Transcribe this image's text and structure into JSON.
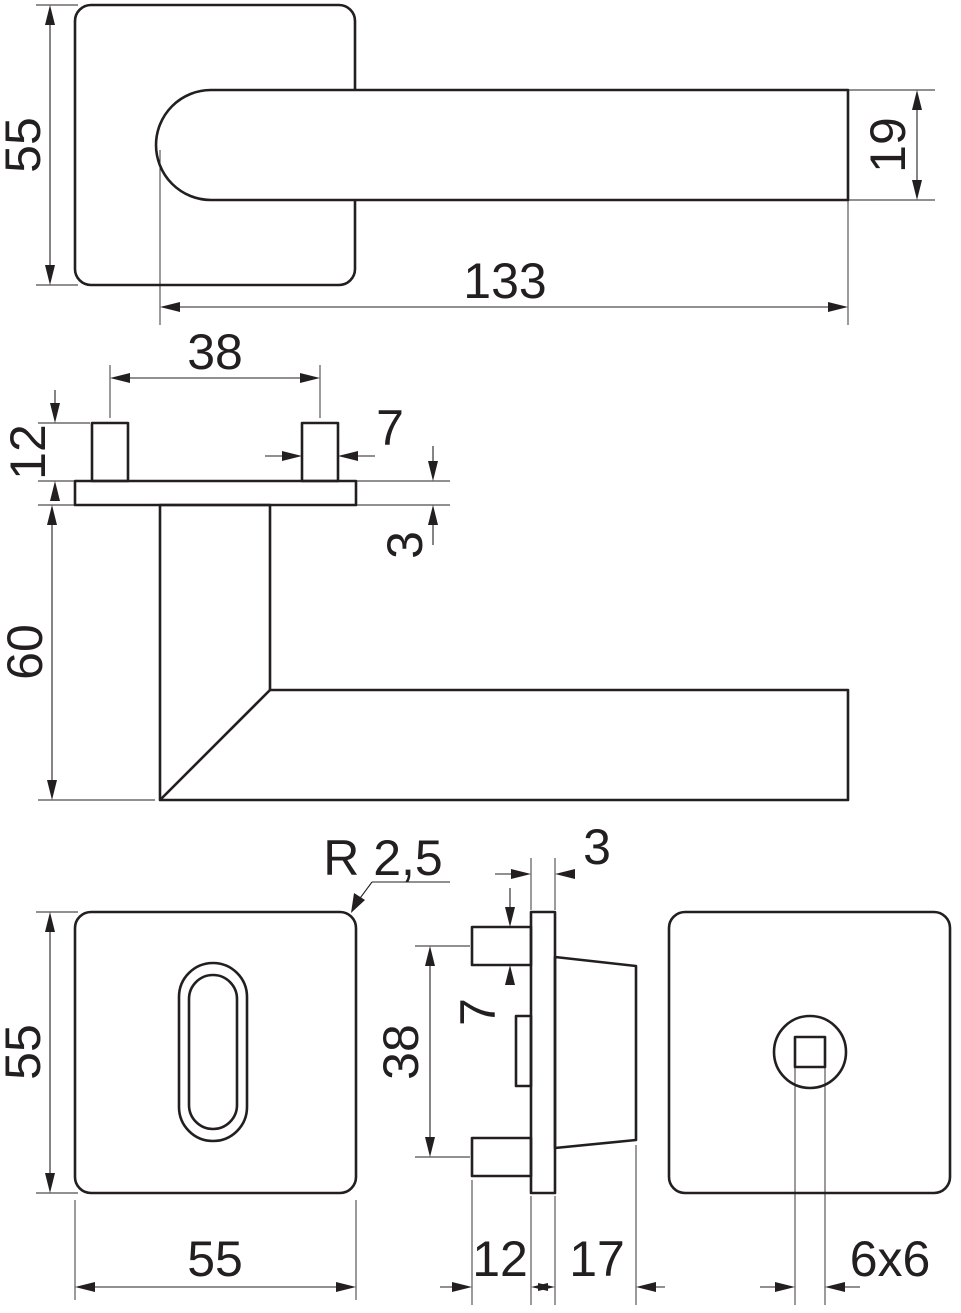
{
  "colors": {
    "line": "#231f20",
    "background": "#ffffff"
  },
  "top_view": {
    "rose_height": "55",
    "lever_length": "133",
    "lever_width": "19"
  },
  "side_view": {
    "pin_spacing": "38",
    "pin_height": "12",
    "pin_width": "7",
    "plate_thickness": "3",
    "handle_projection": "60"
  },
  "key_rose": {
    "corner_radius": "R 2,5",
    "height": "55",
    "width": "55"
  },
  "rose_section": {
    "plate_thickness": "3",
    "pin_width": "7",
    "pin_spacing": "38",
    "pin_length": "12",
    "boss_depth": "17"
  },
  "spindle_rose": {
    "square_spindle": "6x6"
  }
}
